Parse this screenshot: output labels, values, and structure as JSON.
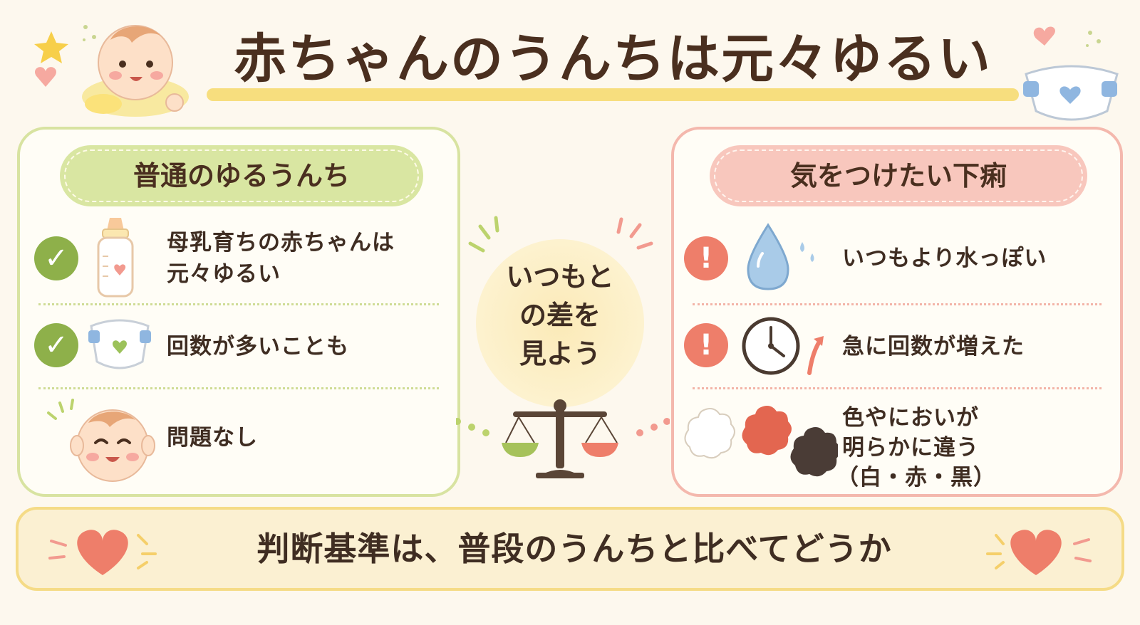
{
  "title": "赤ちゃんのうんちは元々ゆるい",
  "left_panel": {
    "heading": "普通のゆるうんち",
    "items": [
      {
        "line1": "母乳育ちの赤ちゃんは",
        "line2": "元々ゆるい",
        "icon": "baby-bottle-icon",
        "marker": "✓"
      },
      {
        "line1": "回数が多いことも",
        "icon": "diaper-icon",
        "marker": "✓"
      },
      {
        "line1": "問題なし",
        "icon": "happy-baby-face-icon"
      }
    ]
  },
  "right_panel": {
    "heading": "気をつけたい下痢",
    "items": [
      {
        "line1": "いつもより水っぽい",
        "icon": "water-drop-icon",
        "marker": "!"
      },
      {
        "line1": "急に回数が増えた",
        "icon": "clock-icon",
        "marker": "!"
      },
      {
        "line1": "色やにおいが",
        "line2": "明らかに違う",
        "line3": "（白・赤・黒）",
        "icon": "color-blobs-icon"
      }
    ]
  },
  "center": {
    "line1": "いつもと",
    "line2": "の差を",
    "line3": "見よう",
    "icon": "balance-scale-icon"
  },
  "bottom": {
    "text": "判断基準は、普段のうんちと比べてどうか"
  },
  "colors": {
    "background": "#fdf8ee",
    "left_accent": "#d9e6a2",
    "left_border": "#d8e3a1",
    "check_green": "#8eb04a",
    "right_accent": "#f8c7bd",
    "right_border": "#f4b8ad",
    "warn_red": "#ee7e6a",
    "bottom_fill": "#fbf0d2",
    "bottom_border": "#f5db86",
    "title_underline": "#f7de7e"
  }
}
